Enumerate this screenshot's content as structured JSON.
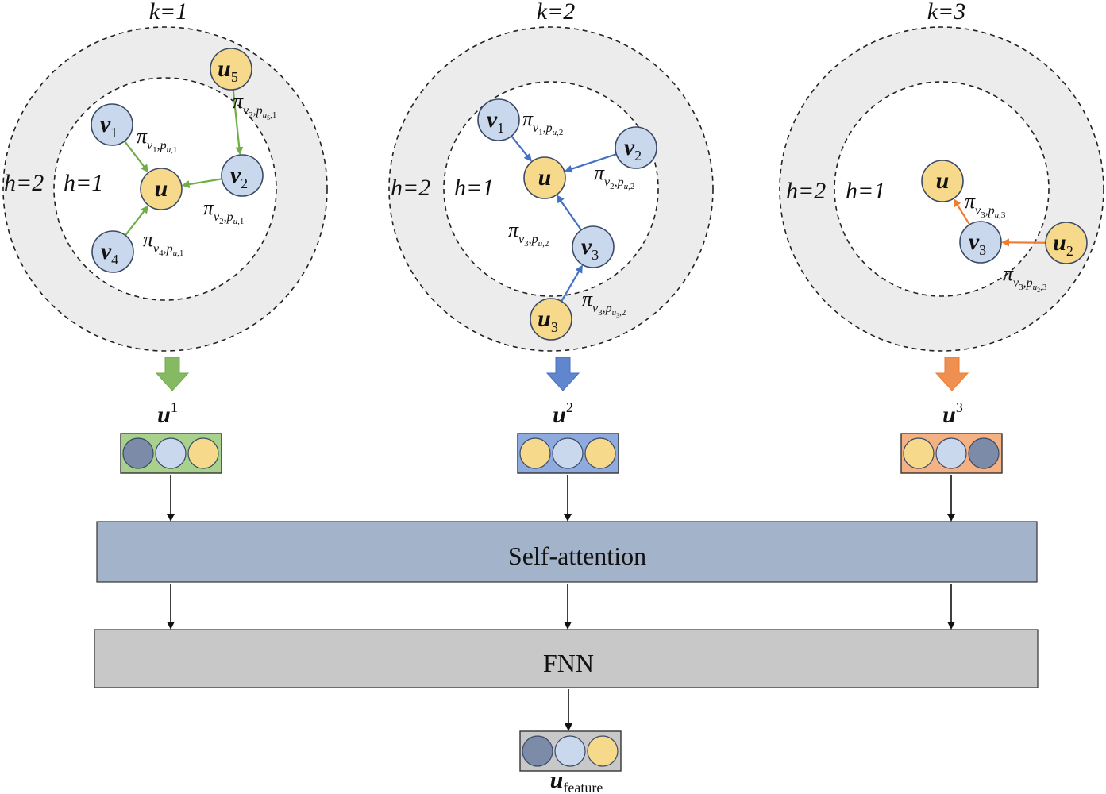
{
  "colors": {
    "node_blue": "#c9d8ec",
    "node_yellow": "#f7d98c",
    "node_dark": "#7b8ba8",
    "ring_gray": "#ececec",
    "green": "#70ad47",
    "blue": "#4472c4",
    "orange": "#ed7d31",
    "bar_green": "#a9d18e",
    "bar_blue": "#8faadc",
    "bar_orange": "#f4b183",
    "self_attention": "#a3b3ca",
    "fnn": "#c8c8c8"
  },
  "panels": [
    {
      "k_label": "k=1",
      "h2_label": "h=2",
      "h1_label": "h=1",
      "nodes": [
        {
          "id": "u5",
          "base": "u",
          "sub": "5",
          "color": "node_yellow"
        },
        {
          "id": "v1",
          "base": "v",
          "sub": "1",
          "color": "node_blue"
        },
        {
          "id": "u",
          "base": "u",
          "sub": "",
          "color": "node_yellow"
        },
        {
          "id": "v2",
          "base": "v",
          "sub": "2",
          "color": "node_blue"
        },
        {
          "id": "v4",
          "base": "v",
          "sub": "4",
          "color": "node_blue"
        }
      ],
      "edges": [
        {
          "from": "v1",
          "to": "u",
          "label": {
            "v": "v1",
            "p": "u,1"
          }
        },
        {
          "from": "v2",
          "to": "u",
          "label": {
            "v": "v2",
            "p": "u,1"
          }
        },
        {
          "from": "v4",
          "to": "u",
          "label": {
            "v": "v4",
            "p": "u,1"
          }
        },
        {
          "from": "u5",
          "to": "v2",
          "label": {
            "v": "v2",
            "p": "u5,1"
          }
        }
      ],
      "vector_label": "u",
      "vector_sup": "1",
      "vector_cells": [
        "node_dark",
        "node_blue",
        "node_yellow"
      ],
      "arrow_color": "green",
      "bar_color": "bar_green"
    },
    {
      "k_label": "k=2",
      "h2_label": "h=2",
      "h1_label": "h=1",
      "nodes": [
        {
          "id": "v1",
          "base": "v",
          "sub": "1",
          "color": "node_blue"
        },
        {
          "id": "v2",
          "base": "v",
          "sub": "2",
          "color": "node_blue"
        },
        {
          "id": "u",
          "base": "u",
          "sub": "",
          "color": "node_yellow"
        },
        {
          "id": "v3",
          "base": "v",
          "sub": "3",
          "color": "node_blue"
        },
        {
          "id": "u3",
          "base": "u",
          "sub": "3",
          "color": "node_yellow"
        }
      ],
      "edges": [
        {
          "from": "v1",
          "to": "u",
          "label": {
            "v": "v1",
            "p": "u,2"
          }
        },
        {
          "from": "v2",
          "to": "u",
          "label": {
            "v": "v2",
            "p": "u,2"
          }
        },
        {
          "from": "v3",
          "to": "u",
          "label": {
            "v": "v3",
            "p": "u,2"
          }
        },
        {
          "from": "u3",
          "to": "v3",
          "label": {
            "v": "v3",
            "p": "u3,2"
          }
        }
      ],
      "vector_label": "u",
      "vector_sup": "2",
      "vector_cells": [
        "node_yellow",
        "node_blue",
        "node_yellow"
      ],
      "arrow_color": "blue",
      "bar_color": "bar_blue"
    },
    {
      "k_label": "k=3",
      "h2_label": "h=2",
      "h1_label": "h=1",
      "nodes": [
        {
          "id": "u",
          "base": "u",
          "sub": "",
          "color": "node_yellow"
        },
        {
          "id": "v3",
          "base": "v",
          "sub": "3",
          "color": "node_blue"
        },
        {
          "id": "u2",
          "base": "u",
          "sub": "2",
          "color": "node_yellow"
        }
      ],
      "edges": [
        {
          "from": "v3",
          "to": "u",
          "label": {
            "v": "v3",
            "p": "u,3"
          }
        },
        {
          "from": "u2",
          "to": "v3",
          "label": {
            "v": "v3",
            "p": "u2,3"
          }
        }
      ],
      "vector_label": "u",
      "vector_sup": "3",
      "vector_cells": [
        "node_yellow",
        "node_blue",
        "node_dark"
      ],
      "arrow_color": "orange",
      "bar_color": "bar_orange"
    }
  ],
  "self_attention_label": "Self-attention",
  "fnn_label": "FNN",
  "output": {
    "label": "u",
    "sub": "feature",
    "cells": [
      "node_dark",
      "node_blue",
      "node_yellow"
    ]
  }
}
